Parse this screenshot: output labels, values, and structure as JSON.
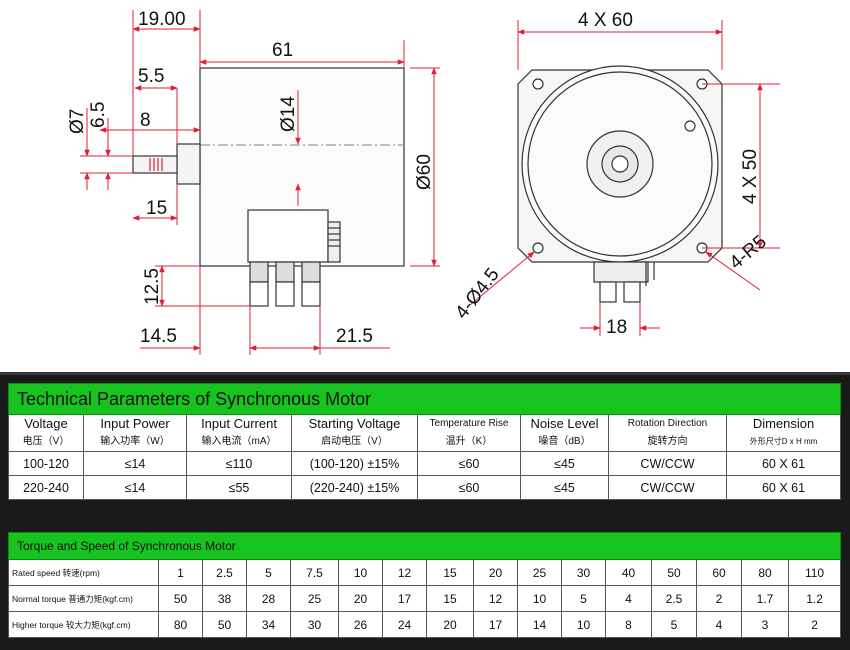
{
  "drawing": {
    "side_view": {
      "dims": [
        "19.00",
        "61",
        "5.5",
        "Ø7",
        "6.5",
        "8",
        "Ø14",
        "Ø60",
        "15",
        "12.5",
        "14.5",
        "21.5"
      ]
    },
    "front_view": {
      "dims": [
        "4 X 60",
        "4 X 50",
        "4-Ø4.5",
        "4-R5",
        "18"
      ]
    },
    "colors": {
      "dimension_line": "#e0203a",
      "outline": "#333333"
    }
  },
  "tech_table": {
    "title": "Technical Parameters of Synchronous Motor",
    "headers": [
      {
        "en": "Voltage",
        "cn": "电压（V）"
      },
      {
        "en": "Input Power",
        "cn": "输入功率（W）"
      },
      {
        "en": "Input Current",
        "cn": "输入电流（mA）"
      },
      {
        "en": "Starting Voltage",
        "cn": "启动电压（V）"
      },
      {
        "en": "Temperature Rise",
        "cn": "温升（K）"
      },
      {
        "en": "Noise Level",
        "cn": "噪音（dB）"
      },
      {
        "en": "Rotation Direction",
        "cn": "旋转方向"
      },
      {
        "en": "Dimension",
        "cn": "外形尺寸D x H mm"
      }
    ],
    "rows": [
      [
        "100-120",
        "≤14",
        "≤110",
        "(100-120) ±15%",
        "≤60",
        "≤45",
        "CW/CCW",
        "60 X 61"
      ],
      [
        "220-240",
        "≤14",
        "≤55",
        "(220-240) ±15%",
        "≤60",
        "≤45",
        "CW/CCW",
        "60 X 61"
      ]
    ]
  },
  "torque_table": {
    "title": "Torque and Speed of Synchronous Motor",
    "rows": [
      {
        "label": "Rated speed 转速(rpm)",
        "values": [
          "1",
          "2.5",
          "5",
          "7.5",
          "10",
          "12",
          "15",
          "20",
          "25",
          "30",
          "40",
          "50",
          "60",
          "80",
          "110"
        ]
      },
      {
        "label": "Normal torque 普通力矩(kgf.cm)",
        "values": [
          "50",
          "38",
          "28",
          "25",
          "20",
          "17",
          "15",
          "12",
          "10",
          "5",
          "4",
          "2.5",
          "2",
          "1.7",
          "1.2"
        ]
      },
      {
        "label": "Higher torque 较大力矩(kgf.cm)",
        "values": [
          "80",
          "50",
          "34",
          "30",
          "26",
          "24",
          "20",
          "17",
          "14",
          "10",
          "8",
          "5",
          "4",
          "3",
          "2"
        ]
      }
    ]
  },
  "colors": {
    "header_green": "#17c31f",
    "frame": "#1a1a1a"
  }
}
